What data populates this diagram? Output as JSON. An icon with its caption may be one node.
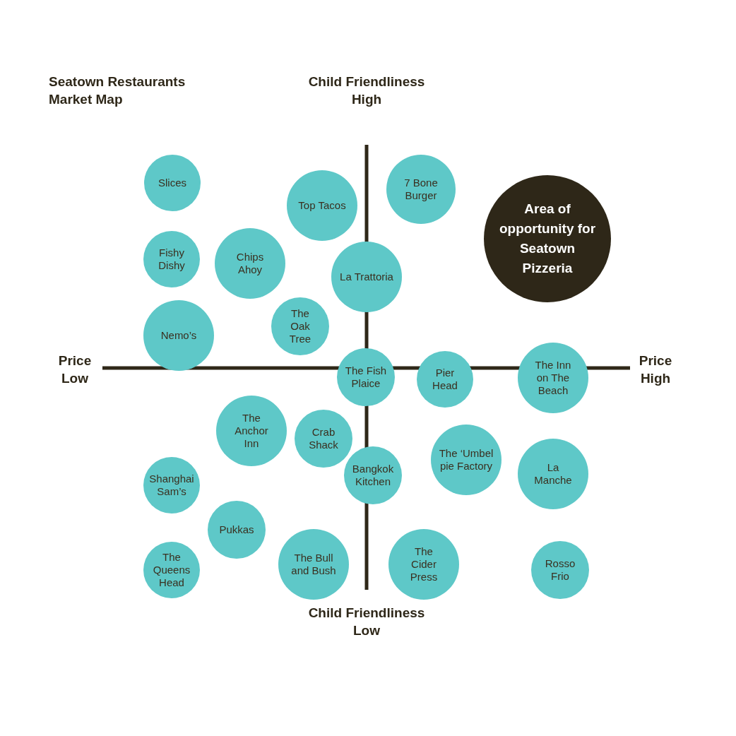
{
  "diagram": {
    "title": "Seatown Restaurants Market Map",
    "nodes": [
      {
        "text": [
          "Slices"
        ]
      },
      {
        "text": [
          "Top Tacos"
        ]
      },
      {
        "text": [
          "7 Bone Burger"
        ]
      },
      {
        "text": [
          "Area of opportunity for Seatown Pizzeria"
        ]
      },
      {
        "text": [
          "Fishy Dishy"
        ]
      },
      {
        "text": [
          "Chips Ahoy"
        ]
      },
      {
        "text": [
          "La Trattoria"
        ]
      },
      {
        "text": [
          "The Oak Tree"
        ]
      },
      {
        "text": [
          "Nemo’s"
        ]
      },
      {
        "text": [
          "The Fish Plaice"
        ]
      },
      {
        "text": [
          "Pier Head"
        ]
      },
      {
        "text": [
          "The Inn on The Beach"
        ]
      },
      {
        "text": [
          "The Anchor Inn"
        ]
      },
      {
        "text": [
          "Crab Shack"
        ]
      },
      {
        "text": [
          "Bangkok Kitchen"
        ]
      },
      {
        "text": [
          "The ‘Umbel pie Factory"
        ]
      },
      {
        "text": [
          "La Manche"
        ]
      },
      {
        "text": [
          "Shanghai Sam’s"
        ]
      },
      {
        "text": [
          "Pukkas"
        ]
      },
      {
        "text": [
          "The Queens Head"
        ]
      },
      {
        "text": [
          "The Bull and Bush"
        ]
      },
      {
        "text": [
          "The Cider Press"
        ]
      },
      {
        "text": [
          "Rosso Frio"
        ]
      }
    ],
    "labels": [
      "Child Friendliness High",
      "Price Low",
      "Price High",
      "Child Friendliness Low"
    ]
  }
}
